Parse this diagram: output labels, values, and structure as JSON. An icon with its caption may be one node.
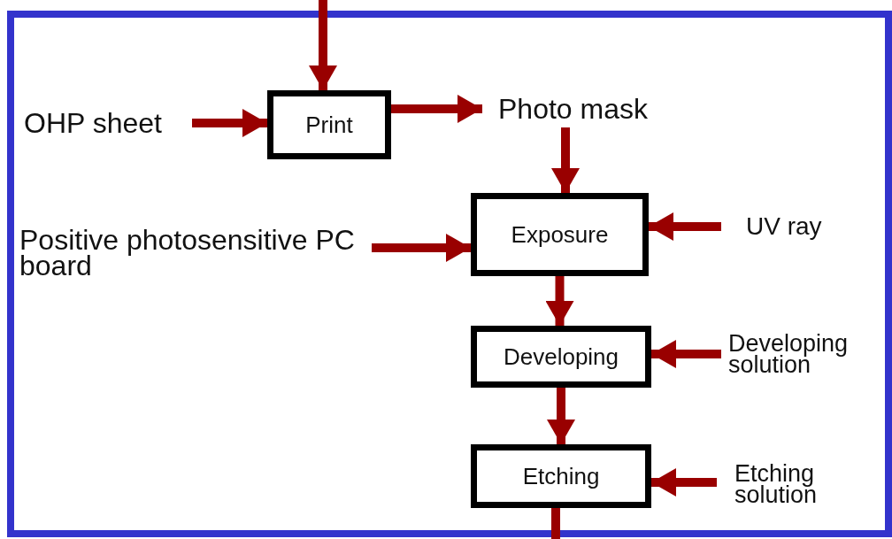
{
  "diagram": {
    "nodes": [
      {
        "text": [
          "OHP sheet"
        ]
      },
      {
        "text": [
          "Print"
        ]
      },
      {
        "text": [
          "Photo mask"
        ]
      },
      {
        "text": [
          "Exposure"
        ]
      },
      {
        "text": [
          "Positive photosensitive PC board"
        ]
      },
      {
        "text": [
          "UV ray"
        ]
      },
      {
        "text": [
          "Developing"
        ]
      },
      {
        "text": [
          "Developing solution"
        ]
      },
      {
        "text": [
          "Etching"
        ]
      },
      {
        "text": [
          "Etching solution"
        ]
      }
    ],
    "edges": [
      {
        "from": null,
        "to": 1,
        "arrow": "to"
      },
      {
        "from": 0,
        "to": 1,
        "arrow": "to"
      },
      {
        "from": 1,
        "to": 2,
        "arrow": "to"
      },
      {
        "from": 2,
        "to": 3,
        "arrow": "to"
      },
      {
        "from": 4,
        "to": 3,
        "arrow": "to"
      },
      {
        "from": 5,
        "to": 3,
        "arrow": "to"
      },
      {
        "from": 3,
        "to": 6,
        "arrow": "to"
      },
      {
        "from": 7,
        "to": 6,
        "arrow": "to"
      },
      {
        "from": 6,
        "to": 8,
        "arrow": "to"
      },
      {
        "from": 9,
        "to": 8,
        "arrow": "to"
      },
      {
        "from": 8,
        "to": null,
        "arrow": "none"
      }
    ]
  }
}
